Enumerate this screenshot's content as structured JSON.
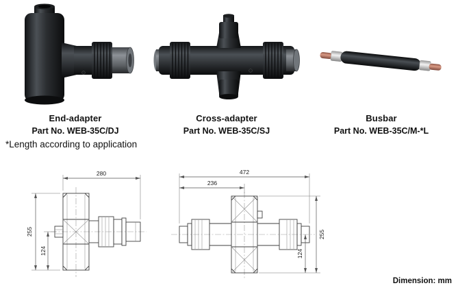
{
  "products": [
    {
      "name": "End-adapter",
      "part": "Part No. WEB-35C/DJ"
    },
    {
      "name": "Cross-adapter",
      "part": "Part No. WEB-35C/SJ"
    },
    {
      "name": "Busbar",
      "part": "Part No. WEB-35C/M-*L"
    }
  ],
  "note": "*Length according to application",
  "drawings": {
    "end_adapter": {
      "overall_width": "280",
      "overall_height": "255",
      "lower_height": "124"
    },
    "cross_adapter": {
      "overall_width": "472",
      "half_width": "236",
      "overall_height": "255",
      "lower_height": "124"
    }
  },
  "footer": "Dimension: mm"
}
